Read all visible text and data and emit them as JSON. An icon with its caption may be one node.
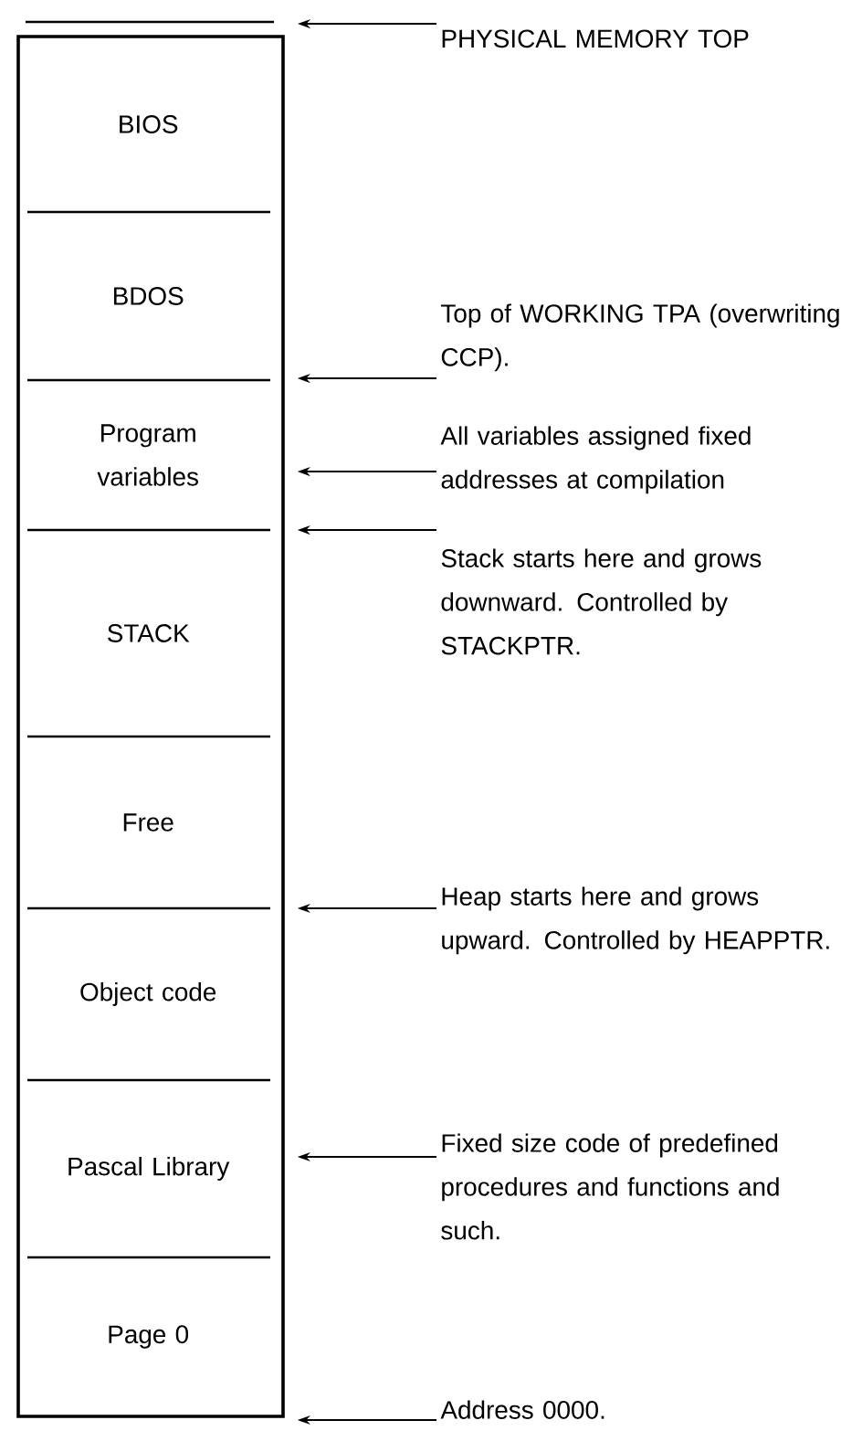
{
  "diagram": {
    "nodes": [
      {
        "text": [],
        "shape": "box"
      },
      {
        "text": [
          "BIOS"
        ],
        "in": 0
      },
      {
        "text": [
          "BDOS"
        ],
        "in": 0
      },
      {
        "text": [
          "Program variables"
        ],
        "in": 0
      },
      {
        "text": [
          "STACK"
        ],
        "in": 0
      },
      {
        "text": [
          "Free"
        ],
        "in": 0
      },
      {
        "text": [
          "Object code"
        ],
        "in": 0
      },
      {
        "text": [
          "Pascal Library"
        ],
        "in": 0
      },
      {
        "text": [
          "Page 0"
        ],
        "in": 0
      },
      {
        "text": [
          "PHYSICAL MEMORY TOP"
        ]
      },
      {
        "text": [
          "Top of WORKING TPA (overwriting CCP)."
        ]
      },
      {
        "text": [
          "All variables assigned fixed addresses at compilation"
        ]
      },
      {
        "text": [
          "Stack starts here and grows downward. Controlled by STACKPTR."
        ]
      },
      {
        "text": [
          "Heap starts here and grows upward. Controlled by HEAPPTR."
        ]
      },
      {
        "text": [
          "Fixed size code of predefined procedures and functions and such."
        ]
      },
      {
        "text": [
          "Address 0000."
        ]
      }
    ],
    "edges": [
      {
        "from": 9,
        "to": null,
        "arrow": "to"
      },
      {
        "from": 10,
        "to": 0,
        "arrow": "to"
      },
      {
        "from": 11,
        "to": 0,
        "arrow": "to"
      },
      {
        "from": 12,
        "to": 0,
        "arrow": "to"
      },
      {
        "from": 13,
        "to": 0,
        "arrow": "to"
      },
      {
        "from": 14,
        "to": 0,
        "arrow": "to"
      },
      {
        "from": 15,
        "to": 0,
        "arrow": "to"
      }
    ]
  }
}
